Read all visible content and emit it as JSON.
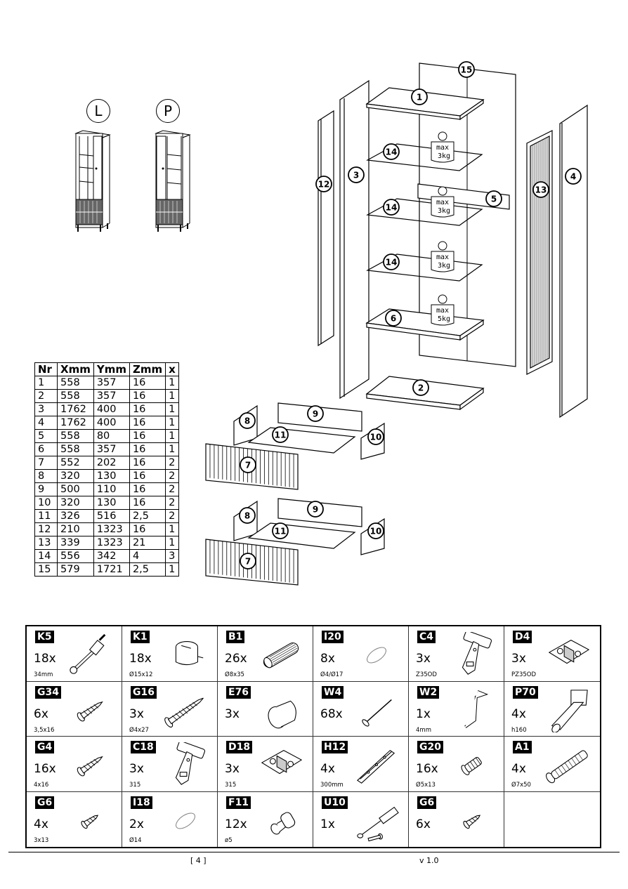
{
  "variants": [
    {
      "label": "L",
      "description": "left-hinged door"
    },
    {
      "label": "P",
      "description": "right-hinged door"
    }
  ],
  "part_labels": [
    "1",
    "2",
    "3",
    "4",
    "5",
    "6",
    "7",
    "8",
    "9",
    "10",
    "11",
    "12",
    "13",
    "14",
    "15"
  ],
  "shelf_loads": [
    {
      "part": "14",
      "line1": "max",
      "line2": "3kg"
    },
    {
      "part": "14",
      "line1": "max",
      "line2": "3kg"
    },
    {
      "part": "14",
      "line1": "max",
      "line2": "3kg"
    },
    {
      "part": "6",
      "line1": "max",
      "line2": "5kg"
    }
  ],
  "parts_table": {
    "headers": [
      "Nr",
      "Xmm",
      "Ymm",
      "Zmm",
      "x"
    ],
    "rows": [
      [
        "1",
        "558",
        "357",
        "16",
        "1"
      ],
      [
        "2",
        "558",
        "357",
        "16",
        "1"
      ],
      [
        "3",
        "1762",
        "400",
        "16",
        "1"
      ],
      [
        "4",
        "1762",
        "400",
        "16",
        "1"
      ],
      [
        "5",
        "558",
        "80",
        "16",
        "1"
      ],
      [
        "6",
        "558",
        "357",
        "16",
        "1"
      ],
      [
        "7",
        "552",
        "202",
        "16",
        "2"
      ],
      [
        "8",
        "320",
        "130",
        "16",
        "2"
      ],
      [
        "9",
        "500",
        "110",
        "16",
        "2"
      ],
      [
        "10",
        "320",
        "130",
        "16",
        "2"
      ],
      [
        "11",
        "326",
        "516",
        "2,5",
        "2"
      ],
      [
        "12",
        "210",
        "1323",
        "16",
        "1"
      ],
      [
        "13",
        "339",
        "1323",
        "21",
        "1"
      ],
      [
        "14",
        "556",
        "342",
        "4",
        "3"
      ],
      [
        "15",
        "579",
        "1721",
        "2,5",
        "1"
      ]
    ]
  },
  "hardware": [
    {
      "code": "K5",
      "qty": "18x",
      "spec": "34mm",
      "icon": "cam-bolt-icon"
    },
    {
      "code": "K1",
      "qty": "18x",
      "spec": "Ø15x12",
      "icon": "cam-lock-icon"
    },
    {
      "code": "B1",
      "qty": "26x",
      "spec": "Ø8x35",
      "icon": "wooden-dowel-icon"
    },
    {
      "code": "I20",
      "qty": "8x",
      "spec": "Ø4/Ø17",
      "icon": "cover-cap-icon"
    },
    {
      "code": "C4",
      "qty": "3x",
      "spec": "Z35OD",
      "icon": "hinge-icon"
    },
    {
      "code": "D4",
      "qty": "3x",
      "spec": "PZ35OD",
      "icon": "hinge-plate-icon"
    },
    {
      "code": "G34",
      "qty": "6x",
      "spec": "3,5x16",
      "icon": "screw-icon"
    },
    {
      "code": "G16",
      "qty": "3x",
      "spec": "Ø4x27",
      "icon": "long-screw-icon"
    },
    {
      "code": "E76",
      "qty": "3x",
      "spec": "",
      "icon": "furniture-glide-icon"
    },
    {
      "code": "W4",
      "qty": "68x",
      "spec": "",
      "icon": "nail-icon"
    },
    {
      "code": "W2",
      "qty": "1x",
      "spec": "4mm",
      "icon": "allen-key-icon"
    },
    {
      "code": "P70",
      "qty": "4x",
      "spec": "h160",
      "icon": "furniture-leg-icon"
    },
    {
      "code": "G4",
      "qty": "16x",
      "spec": "4x16",
      "icon": "screw-icon"
    },
    {
      "code": "C18",
      "qty": "3x",
      "spec": "315",
      "icon": "hinge-icon"
    },
    {
      "code": "D18",
      "qty": "3x",
      "spec": "315",
      "icon": "hinge-plate-icon"
    },
    {
      "code": "H12",
      "qty": "4x",
      "spec": "300mm",
      "icon": "drawer-slide-icon"
    },
    {
      "code": "G20",
      "qty": "16x",
      "spec": "Ø5x13",
      "icon": "euro-screw-icon"
    },
    {
      "code": "A1",
      "qty": "4x",
      "spec": "Ø7x50",
      "icon": "confirmat-screw-icon"
    },
    {
      "code": "G6",
      "qty": "4x",
      "spec": "3x13",
      "icon": "small-screw-icon"
    },
    {
      "code": "I18",
      "qty": "2x",
      "spec": "Ø14",
      "icon": "cover-cap-icon"
    },
    {
      "code": "F11",
      "qty": "12x",
      "spec": "ø5",
      "icon": "shelf-support-icon"
    },
    {
      "code": "U10",
      "qty": "1x",
      "spec": "",
      "icon": "anti-tip-kit-icon"
    },
    {
      "code": "G6",
      "qty": "6x",
      "spec": "",
      "icon": "small-screw-icon"
    },
    {
      "code": "",
      "qty": "",
      "spec": "",
      "icon": ""
    }
  ],
  "footer": {
    "page": "[ 4 ]",
    "version": "v 1.0"
  }
}
